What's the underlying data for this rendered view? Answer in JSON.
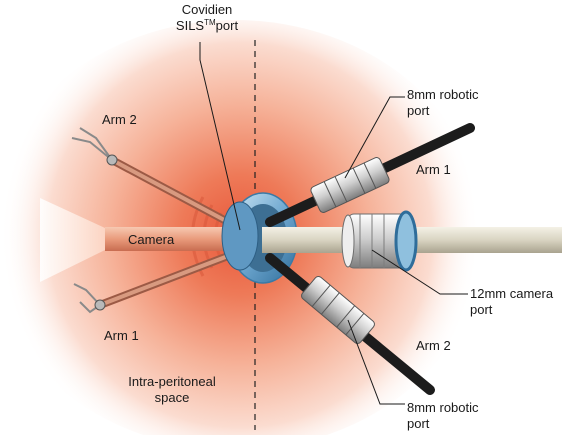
{
  "labels": {
    "sils_line1": "Covidien",
    "sils_line2_pre": "SILS",
    "sils_line2_sup": "TM",
    "sils_line2_post": "port",
    "arm2_internal": "Arm 2",
    "camera": "Camera",
    "arm1_internal": "Arm 1",
    "intraperitoneal_line1": "Intra-peritoneal",
    "intraperitoneal_line2": "space",
    "robotic_port_top_line1": "8mm robotic",
    "robotic_port_top_line2": "port",
    "arm1_external": "Arm 1",
    "camera_port_line1": "12mm camera",
    "camera_port_line2": "port",
    "arm2_external": "Arm 2",
    "robotic_port_bottom_line1": "8mm robotic",
    "robotic_port_bottom_line2": "port"
  },
  "colors": {
    "peritoneum_glow": "#f0835f",
    "sils_port": "#7fb6d8",
    "instrument_shaft": "#1c1c1c",
    "camera_shaft": "#d9d4c2"
  }
}
